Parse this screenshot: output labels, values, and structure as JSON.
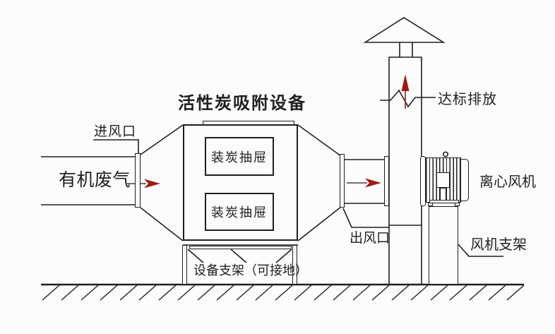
{
  "colors": {
    "line": "#1f1f1f",
    "arrow": "#9e1b13",
    "background": "#fcfcfc"
  },
  "title": "活性炭吸附设备",
  "labels": {
    "inlet_port": "进风口",
    "waste_gas": "有机废气",
    "drawer_top": "装炭抽屉",
    "drawer_bottom": "装炭抽屉",
    "equipment_support": "设备支架（可接地）",
    "outlet_port": "出风口",
    "emission": "达标排放",
    "fan": "离心风机",
    "fan_support": "风机支架"
  }
}
